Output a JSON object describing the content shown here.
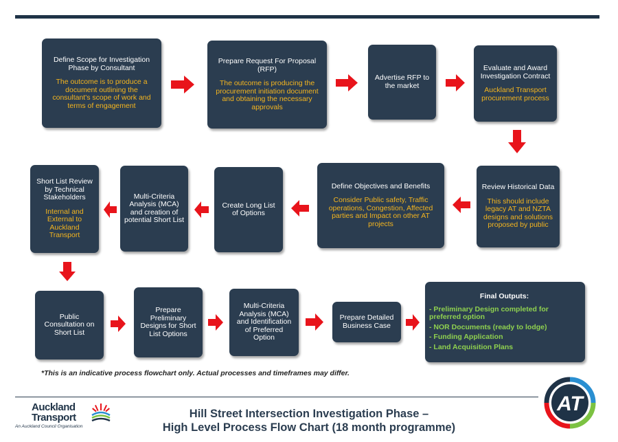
{
  "boxes": [
    {
      "title": "Define Scope for Investigation Phase by Consultant",
      "desc": "The outcome is to produce a document outlining the consultant's scope of work and terms of engagement"
    },
    {
      "title": "Prepare Request For Proposal (RFP)",
      "desc": "The outcome is producing the procurement initiation document and obtaining the necessary approvals"
    },
    {
      "title": "Advertise RFP to the market",
      "desc": ""
    },
    {
      "title": "Evaluate and Award Investigation Contract",
      "desc": "Auckland Transport procurement process"
    },
    {
      "title": "Review Historical Data",
      "desc": "This should include legacy AT and NZTA designs and solutions proposed by public"
    },
    {
      "title": "Define Objectives and Benefits",
      "desc": "Consider Public safety, Traffic operations, Congestion, Affected parties and Impact on other AT projects"
    },
    {
      "title": "Create Long List of Options",
      "desc": ""
    },
    {
      "title": "Multi-Criteria Analysis (MCA) and creation of potential Short List",
      "desc": ""
    },
    {
      "title": "Short List Review by Technical Stakeholders",
      "desc": "Internal and External to Auckland Transport"
    },
    {
      "title": "Public Consultation on Short List",
      "desc": ""
    },
    {
      "title": "Prepare Preliminary Designs for Short List Options",
      "desc": ""
    },
    {
      "title": "Multi-Criteria Analysis (MCA) and Identification of Preferred Option",
      "desc": ""
    },
    {
      "title": "Prepare Detailed Business Case",
      "desc": ""
    }
  ],
  "final_outputs": {
    "title": "Final Outputs:",
    "items": [
      "- Preliminary Design completed for preferred option",
      "- NOR Documents (ready to lodge)",
      "- Funding Application",
      "- Land Acquisition Plans"
    ]
  },
  "note": "*This is an indicative process flowchart only. Actual processes and timeframes may differ.",
  "title_line1": "Hill Street Intersection Investigation Phase –",
  "title_line2": "High Level Process Flow Chart (18 month programme)",
  "logo": {
    "line1": "Auckland",
    "line2": "Transport",
    "line3": "An Auckland Council Organisation",
    "badge": "AT"
  },
  "colors": {
    "box": "#2b3d50",
    "desc": "#f4b51f",
    "arrow": "#e8141b",
    "final_item": "#8fd14f"
  }
}
